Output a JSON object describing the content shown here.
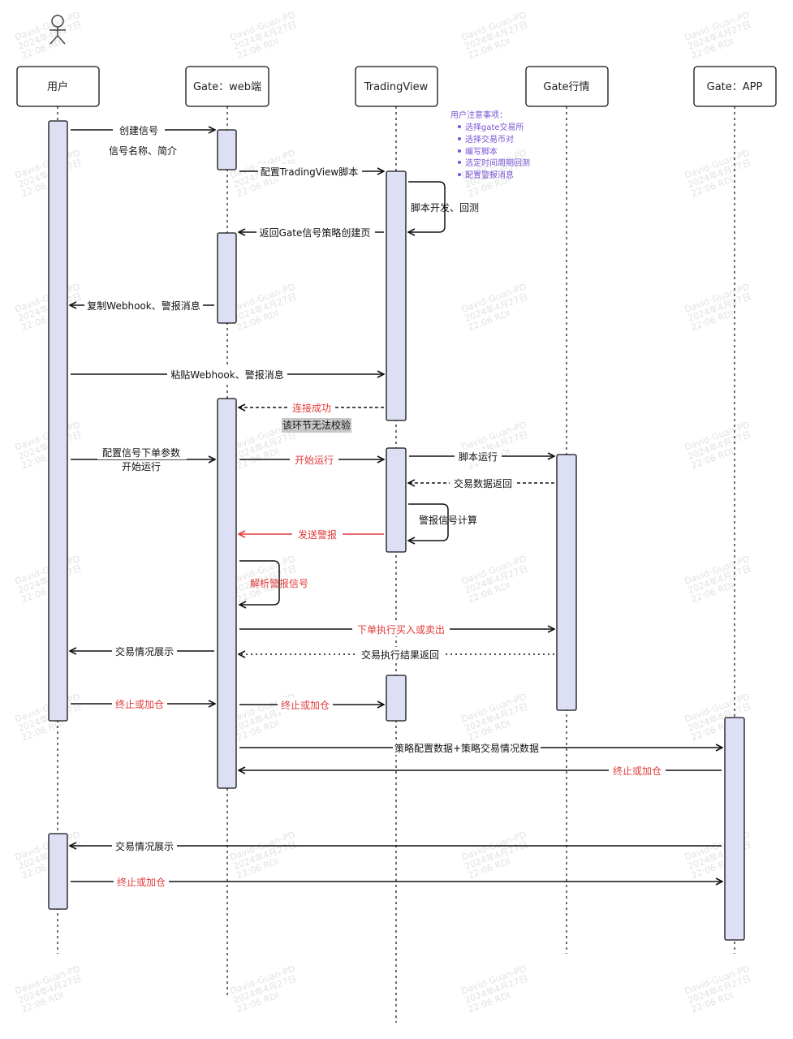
{
  "colors": {
    "activation_fill": "#dde0f5",
    "line": "#111111",
    "accent_red": "#e23b3b",
    "note_purple": "#7a55d6",
    "highlight_bg": "#c7c7c7",
    "watermark": "#e2e2e2"
  },
  "actor_icon": "person-icon",
  "participants": [
    {
      "id": "user",
      "label": "用户"
    },
    {
      "id": "web",
      "label": "Gate：web端"
    },
    {
      "id": "tv",
      "label": "TradingView"
    },
    {
      "id": "market",
      "label": "Gate行情"
    },
    {
      "id": "app",
      "label": "Gate：APP"
    }
  ],
  "messages": [
    {
      "id": "m1",
      "label": "创建信号",
      "from": "user",
      "to": "web",
      "style": "solid",
      "color": "black"
    },
    {
      "id": "m1b",
      "label": "信号名称、简介",
      "style": "text",
      "color": "black"
    },
    {
      "id": "m2",
      "label": "配置TradingView脚本",
      "from": "web",
      "to": "tv",
      "style": "solid",
      "color": "black"
    },
    {
      "id": "m3",
      "label": "脚本开发、回测",
      "from": "tv",
      "to": "tv",
      "style": "self",
      "color": "black"
    },
    {
      "id": "m4",
      "label": "返回Gate信号策略创建页",
      "from": "tv",
      "to": "web",
      "style": "solid",
      "color": "black"
    },
    {
      "id": "m5",
      "label": "复制Webhook、警报消息",
      "from": "web",
      "to": "user",
      "style": "solid",
      "color": "black"
    },
    {
      "id": "m6",
      "label": "粘贴Webhook、警报消息",
      "from": "user",
      "to": "tv",
      "style": "solid",
      "color": "black"
    },
    {
      "id": "m7",
      "label": "连接成功",
      "from": "tv",
      "to": "web",
      "style": "dashed",
      "color": "red"
    },
    {
      "id": "m8",
      "label": "配置信号下单参数",
      "from": "user",
      "to": "web",
      "style": "solid",
      "color": "black"
    },
    {
      "id": "m8b",
      "label": "开始运行",
      "style": "text",
      "color": "black"
    },
    {
      "id": "m9",
      "label": "开始运行",
      "from": "web",
      "to": "tv",
      "style": "solid",
      "color": "red"
    },
    {
      "id": "m10",
      "label": "脚本运行",
      "from": "tv",
      "to": "market",
      "style": "solid",
      "color": "black"
    },
    {
      "id": "m11",
      "label": "交易数据返回",
      "from": "market",
      "to": "tv",
      "style": "dashed",
      "color": "black"
    },
    {
      "id": "m12",
      "label": "警报信号计算",
      "from": "tv",
      "to": "tv",
      "style": "self",
      "color": "black"
    },
    {
      "id": "m13",
      "label": "发送警报",
      "from": "tv",
      "to": "web",
      "style": "solid",
      "color": "red"
    },
    {
      "id": "m14",
      "label": "解析警报信号",
      "from": "web",
      "to": "web",
      "style": "self",
      "color": "red"
    },
    {
      "id": "m15",
      "label": "下单执行买入或卖出",
      "from": "web",
      "to": "market",
      "style": "solid",
      "color": "red"
    },
    {
      "id": "m16",
      "label": "交易情况展示",
      "from": "web",
      "to": "user",
      "style": "solid",
      "color": "black"
    },
    {
      "id": "m17",
      "label": "交易执行结果返回",
      "from": "market",
      "to": "web",
      "style": "dotted",
      "color": "black"
    },
    {
      "id": "m18",
      "label": "终止或加仓",
      "from": "user",
      "to": "web",
      "style": "solid",
      "color": "red"
    },
    {
      "id": "m19",
      "label": "终止或加仓",
      "from": "web",
      "to": "tv",
      "style": "solid",
      "color": "red"
    },
    {
      "id": "m20",
      "label": "策略配置数据+策略交易情况数据",
      "from": "web",
      "to": "app",
      "style": "solid",
      "color": "black"
    },
    {
      "id": "m21",
      "label": "终止或加仓",
      "from": "app",
      "to": "web",
      "style": "solid",
      "color": "red"
    },
    {
      "id": "m22",
      "label": "交易情况展示",
      "from": "app",
      "to": "user",
      "style": "solid",
      "color": "black"
    },
    {
      "id": "m23",
      "label": "终止或加仓",
      "from": "user",
      "to": "app",
      "style": "solid",
      "color": "red"
    }
  ],
  "highlight_note": "该环节无法校验",
  "user_note": {
    "title": "用户注意事项：",
    "items": [
      "选择gate交易所",
      "选择交易币对",
      "编写脚本",
      "选定时间周期回测",
      "配置警报消息"
    ]
  },
  "watermark": {
    "lines": [
      "David-Guan-PD",
      "2024年4月27日",
      "22:06 RDI"
    ]
  }
}
